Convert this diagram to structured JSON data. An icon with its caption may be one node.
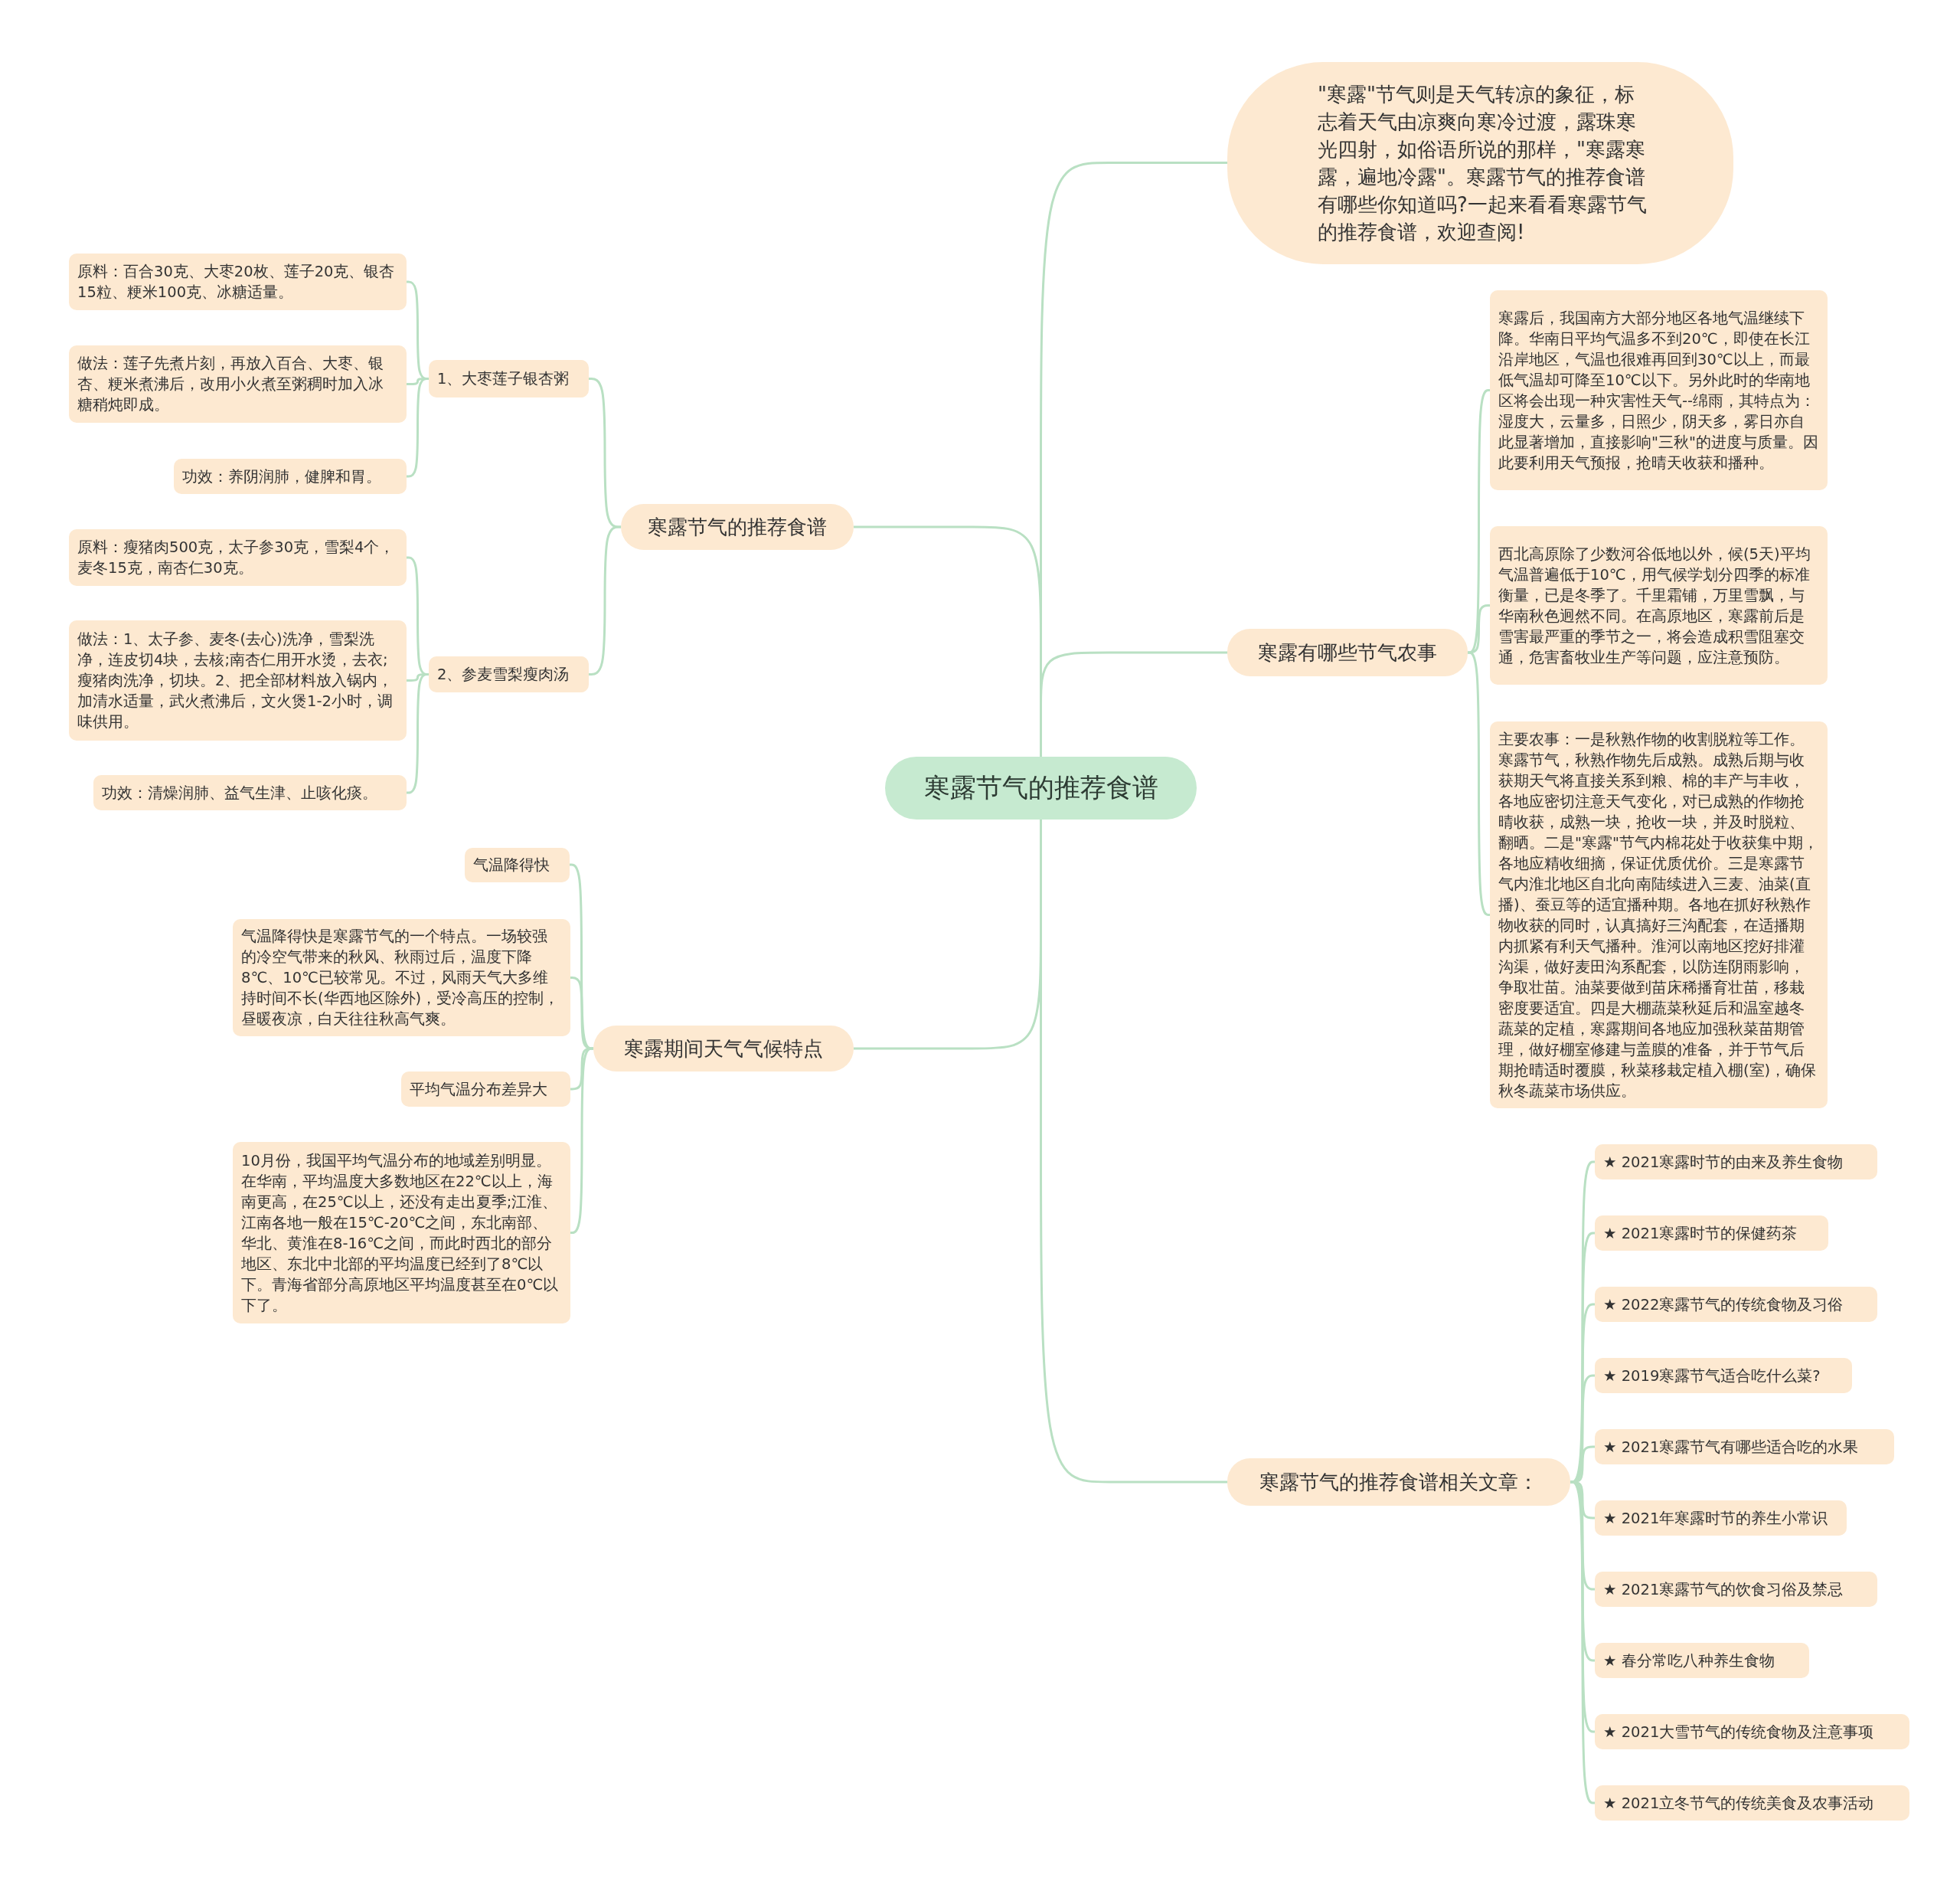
{
  "diagram": {
    "nodes": [
      {
        "text": [
          "寒露节气的推荐食谱"
        ]
      },
      {
        "text": [
          "\"寒露\"节气则是天气转凉的象征，标志着天气由凉爽向寒冷过渡，露珠寒光四射，如俗语所说的那样，\"寒露寒露，遍地冷露\"。寒露节气的推荐食谱有哪些你知道吗?一起来看看寒露节气的推荐食谱，欢迎查阅!"
        ]
      },
      {
        "text": [
          "寒露节气的推荐食谱"
        ]
      },
      {
        "text": [
          "1、大枣莲子银杏粥"
        ]
      },
      {
        "text": [
          "原料：百合30克、大枣20枚、莲子20克、银杏15粒、粳米100克、冰糖适量。"
        ]
      },
      {
        "text": [
          "做法：莲子先煮片刻，再放入百合、大枣、银杏、粳米煮沸后，改用小火煮至粥稠时加入冰糖稍炖即成。"
        ]
      },
      {
        "text": [
          "功效：养阴润肺，健脾和胃。"
        ]
      },
      {
        "text": [
          "2、参麦雪梨瘦肉汤"
        ]
      },
      {
        "text": [
          "原料：瘦猪肉500克，太子参30克，雪梨4个，麦冬15克，南杏仁30克。"
        ]
      },
      {
        "text": [
          "做法：1、太子参、麦冬(去心)洗净，雪梨洗净，连皮切4块，去核;南杏仁用开水烫，去衣;瘦猪肉洗净，切块。2、把全部材料放入锅内，加清水适量，武火煮沸后，文火煲1-2小时，调味供用。"
        ]
      },
      {
        "text": [
          "功效：清燥润肺、益气生津、止咳化痰。"
        ]
      },
      {
        "text": [
          "寒露期间天气气候特点"
        ]
      },
      {
        "text": [
          "气温降得快"
        ]
      },
      {
        "text": [
          "气温降得快是寒露节气的一个特点。一场较强的冷空气带来的秋风、秋雨过后，温度下降8℃、10℃已较常见。不过，风雨天气大多维持时间不长(华西地区除外)，受冷高压的控制，昼暖夜凉，白天往往秋高气爽。"
        ]
      },
      {
        "text": [
          "平均气温分布差异大"
        ]
      },
      {
        "text": [
          "10月份，我国平均气温分布的地域差别明显。在华南，平均温度大多数地区在22℃以上，海南更高，在25℃以上，还没有走出夏季;江淮、江南各地一般在15℃-20℃之间，东北南部、华北、黄淮在8-16℃之间，而此时西北的部分地区、东北中北部的平均温度已经到了8℃以下。青海省部分高原地区平均温度甚至在0℃以下了。"
        ]
      },
      {
        "text": [
          "寒露有哪些节气农事"
        ]
      },
      {
        "text": [
          "寒露后，我国南方大部分地区各地气温继续下降。华南日平均气温多不到20℃，即使在长江沿岸地区，气温也很难再回到30℃以上，而最低气温却可降至10℃以下。另外此时的华南地区将会出现一种灾害性天气--绵雨，其特点为：湿度大，云量多，日照少，阴天多，雾日亦自此显著增加，直接影响\"三秋\"的进度与质量。因此要利用天气预报，抢晴天收获和播种。"
        ]
      },
      {
        "text": [
          "西北高原除了少数河谷低地以外，候(5天)平均气温普遍低于10℃，用气候学划分四季的标准衡量，已是冬季了。千里霜铺，万里雪飘，与华南秋色迥然不同。在高原地区，寒露前后是雪害最严重的季节之一，将会造成积雪阻塞交通，危害畜牧业生产等问题，应注意预防。"
        ]
      },
      {
        "text": [
          "主要农事：一是秋熟作物的收割脱粒等工作。寒露节气，秋熟作物先后成熟。成熟后期与收获期天气将直接关系到粮、棉的丰产与丰收，各地应密切注意天气变化，对已成熟的作物抢晴收获，成熟一块，抢收一块，并及时脱粒、翻晒。二是\"寒露\"节气内棉花处于收获集中期，各地应精收细摘，保证优质优价。三是寒露节气内淮北地区自北向南陆续进入三麦、油菜(直播)、蚕豆等的适宜播种期。各地在抓好秋熟作物收获的同时，认真搞好三沟配套，在适播期内抓紧有利天气播种。淮河以南地区挖好排灌沟渠，做好麦田沟系配套，以防连阴雨影响，争取壮苗。油菜要做到苗床稀播育壮苗，移栽密度要适宜。四是大棚蔬菜秋延后和温室越冬蔬菜的定植，寒露期间各地应加强秋菜苗期管理，做好棚室修建与盖膜的准备，并于节气后期抢晴适时覆膜，秋菜移栽定植入棚(室)，确保秋冬蔬菜市场供应。"
        ]
      },
      {
        "text": [
          "寒露节气的推荐食谱相关文章："
        ]
      },
      {
        "text": [
          "★ 2021寒露时节的由来及养生食物"
        ]
      },
      {
        "text": [
          "★ 2021寒露时节的保健药茶"
        ]
      },
      {
        "text": [
          "★ 2022寒露节气的传统食物及习俗"
        ]
      },
      {
        "text": [
          "★ 2019寒露节气适合吃什么菜?"
        ]
      },
      {
        "text": [
          "★ 2021寒露节气有哪些适合吃的水果"
        ]
      },
      {
        "text": [
          "★ 2021年寒露时节的养生小常识"
        ]
      },
      {
        "text": [
          "★ 2021寒露节气的饮食习俗及禁忌"
        ]
      },
      {
        "text": [
          "★ 春分常吃八种养生食物"
        ]
      },
      {
        "text": [
          "★ 2021大雪节气的传统食物及注意事项"
        ]
      },
      {
        "text": [
          "★ 2021立冬节气的传统美食及农事活动"
        ]
      }
    ],
    "edges": [
      {
        "from": 0,
        "to": 1,
        "arrow": "none"
      },
      {
        "from": 0,
        "to": 2,
        "arrow": "none"
      },
      {
        "from": 2,
        "to": 3,
        "arrow": "none"
      },
      {
        "from": 3,
        "to": 4,
        "arrow": "none"
      },
      {
        "from": 3,
        "to": 5,
        "arrow": "none"
      },
      {
        "from": 3,
        "to": 6,
        "arrow": "none"
      },
      {
        "from": 2,
        "to": 7,
        "arrow": "none"
      },
      {
        "from": 7,
        "to": 8,
        "arrow": "none"
      },
      {
        "from": 7,
        "to": 9,
        "arrow": "none"
      },
      {
        "from": 7,
        "to": 10,
        "arrow": "none"
      },
      {
        "from": 0,
        "to": 11,
        "arrow": "none"
      },
      {
        "from": 11,
        "to": 12,
        "arrow": "none"
      },
      {
        "from": 11,
        "to": 13,
        "arrow": "none"
      },
      {
        "from": 11,
        "to": 14,
        "arrow": "none"
      },
      {
        "from": 11,
        "to": 15,
        "arrow": "none"
      },
      {
        "from": 0,
        "to": 16,
        "arrow": "none"
      },
      {
        "from": 16,
        "to": 17,
        "arrow": "none"
      },
      {
        "from": 16,
        "to": 18,
        "arrow": "none"
      },
      {
        "from": 16,
        "to": 19,
        "arrow": "none"
      },
      {
        "from": 0,
        "to": 20,
        "arrow": "none"
      },
      {
        "from": 20,
        "to": 21,
        "arrow": "none"
      },
      {
        "from": 20,
        "to": 22,
        "arrow": "none"
      },
      {
        "from": 20,
        "to": 23,
        "arrow": "none"
      },
      {
        "from": 20,
        "to": 24,
        "arrow": "none"
      },
      {
        "from": 20,
        "to": 25,
        "arrow": "none"
      },
      {
        "from": 20,
        "to": 26,
        "arrow": "none"
      },
      {
        "from": 20,
        "to": 27,
        "arrow": "none"
      },
      {
        "from": 20,
        "to": 28,
        "arrow": "none"
      },
      {
        "from": 20,
        "to": 29,
        "arrow": "none"
      },
      {
        "from": 20,
        "to": 30,
        "arrow": "none"
      }
    ]
  }
}
